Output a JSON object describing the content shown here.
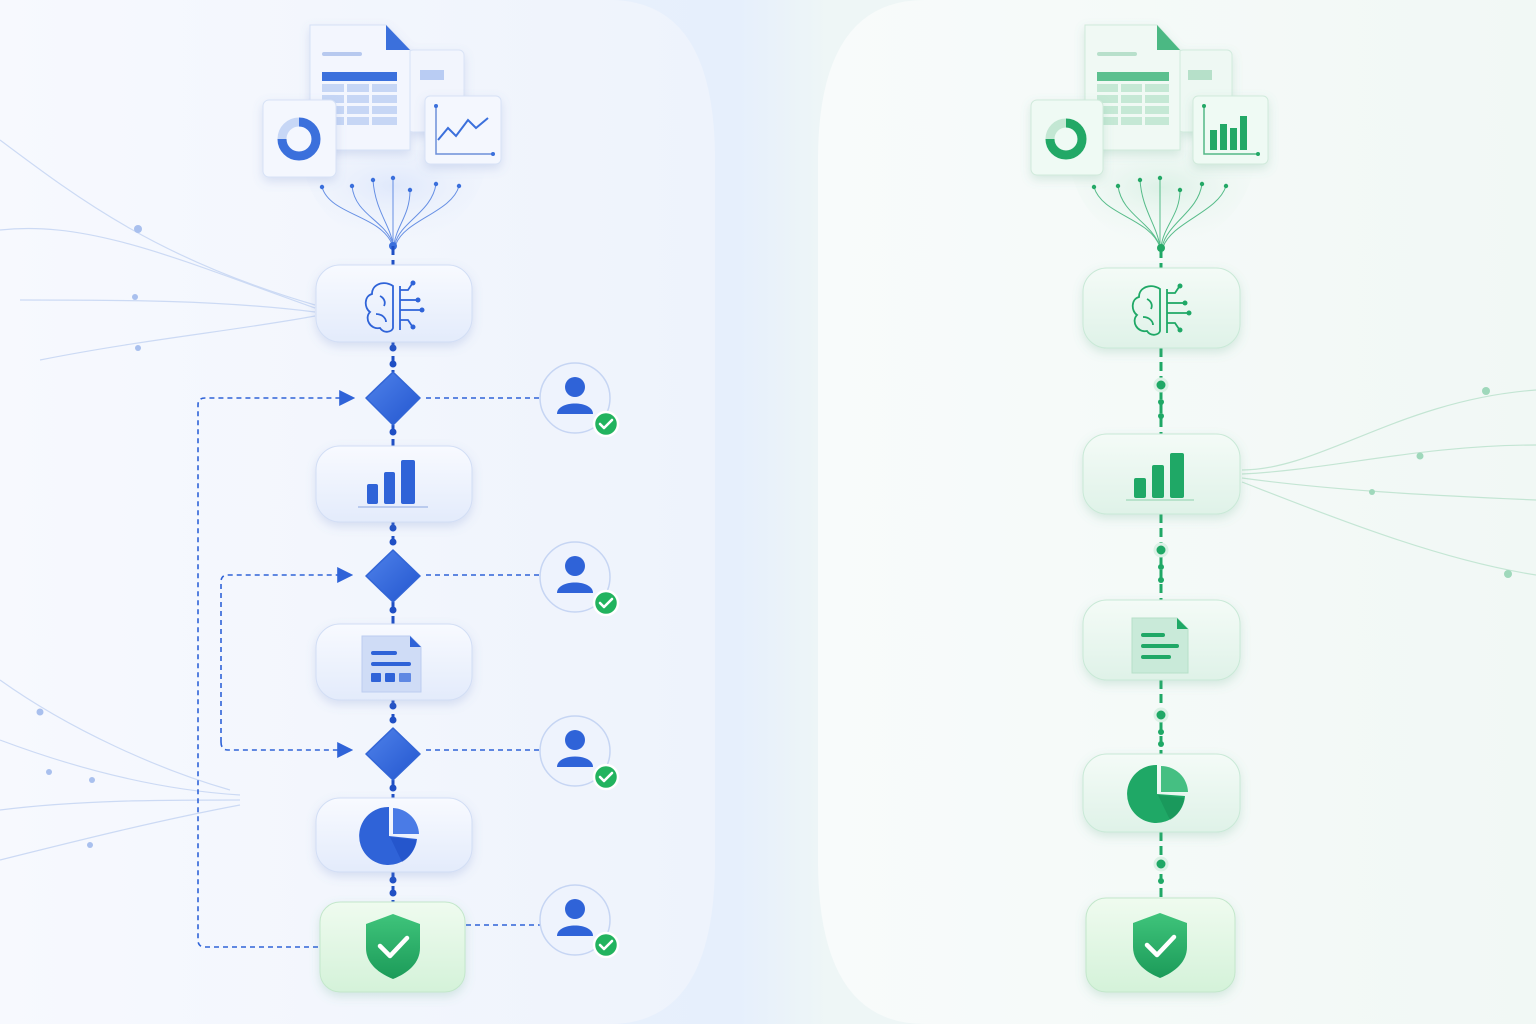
{
  "palette": {
    "blue": "#2f63d8",
    "blue_dark": "#1f4fc4",
    "blue_soft": "#c9d8f5",
    "green": "#1fa866",
    "green_dark": "#158a52",
    "green_soft": "#c7ead7",
    "check_green": "#22b35e"
  },
  "left_flow": {
    "theme": "blue",
    "sources": [
      "spreadsheet-icon",
      "donut-chart-icon",
      "line-chart-icon"
    ],
    "steps": [
      "ai-brain-icon",
      "decision-diamond-icon",
      "bar-chart-icon",
      "decision-diamond-icon",
      "report-document-icon",
      "decision-diamond-icon",
      "pie-chart-icon",
      "shield-check-icon"
    ],
    "reviewers": [
      "user-approved-icon",
      "user-approved-icon",
      "user-approved-icon",
      "user-approved-icon"
    ],
    "feedback_loops": 3
  },
  "right_flow": {
    "theme": "green",
    "sources": [
      "spreadsheet-icon",
      "donut-chart-icon",
      "bar-chart-icon"
    ],
    "steps": [
      "ai-brain-icon",
      "bar-chart-icon",
      "document-icon",
      "pie-chart-icon",
      "shield-check-icon"
    ]
  }
}
